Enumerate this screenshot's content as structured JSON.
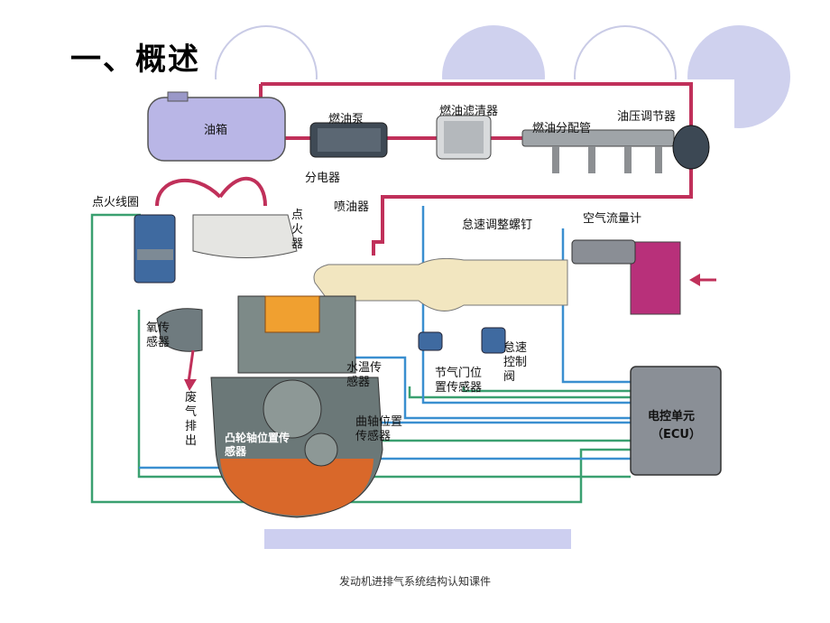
{
  "slide": {
    "title": "一、概述",
    "footer": "发动机进排气系统结构认知课件"
  },
  "diagram": {
    "labels": {
      "fuel_tank": "油箱",
      "fuel_pump": "燃油泵",
      "fuel_filter": "燃油滤清器",
      "fuel_rail": "燃油分配管",
      "pressure_regulator": "油压调节器",
      "distributor": "分电器",
      "ignition_coil": "点火线圈",
      "spark_plug": "点火器",
      "injector": "喷油器",
      "idle_adjust_screw": "怠速调整螺钉",
      "air_flow_meter": "空气流量计",
      "oxygen_sensor": "氧传感器",
      "exhaust": "废气排出",
      "coolant_temp_sensor": "水温传感器",
      "throttle_position_sensor": "节气门位置传感器",
      "idle_control_valve": "怠速控制阀",
      "crank_position_sensor": "曲轴位置传感器",
      "cam_position_sensor": "凸轮轴位置传感器",
      "ecu_line1": "电控单元",
      "ecu_line2": "（ECU）"
    },
    "colors": {
      "fuel_line": "#c0305a",
      "signal_line_blue": "#3a8fd0",
      "signal_line_green": "#3aa070",
      "tank_fill": "#b9b6e6",
      "engine_body": "#7d8a88",
      "piston": "#f0a030",
      "oil_sump": "#d9682a",
      "air_box": "#b8307a",
      "intake_fill": "#f2e6c0",
      "ecu_fill": "#8a8f96"
    }
  }
}
